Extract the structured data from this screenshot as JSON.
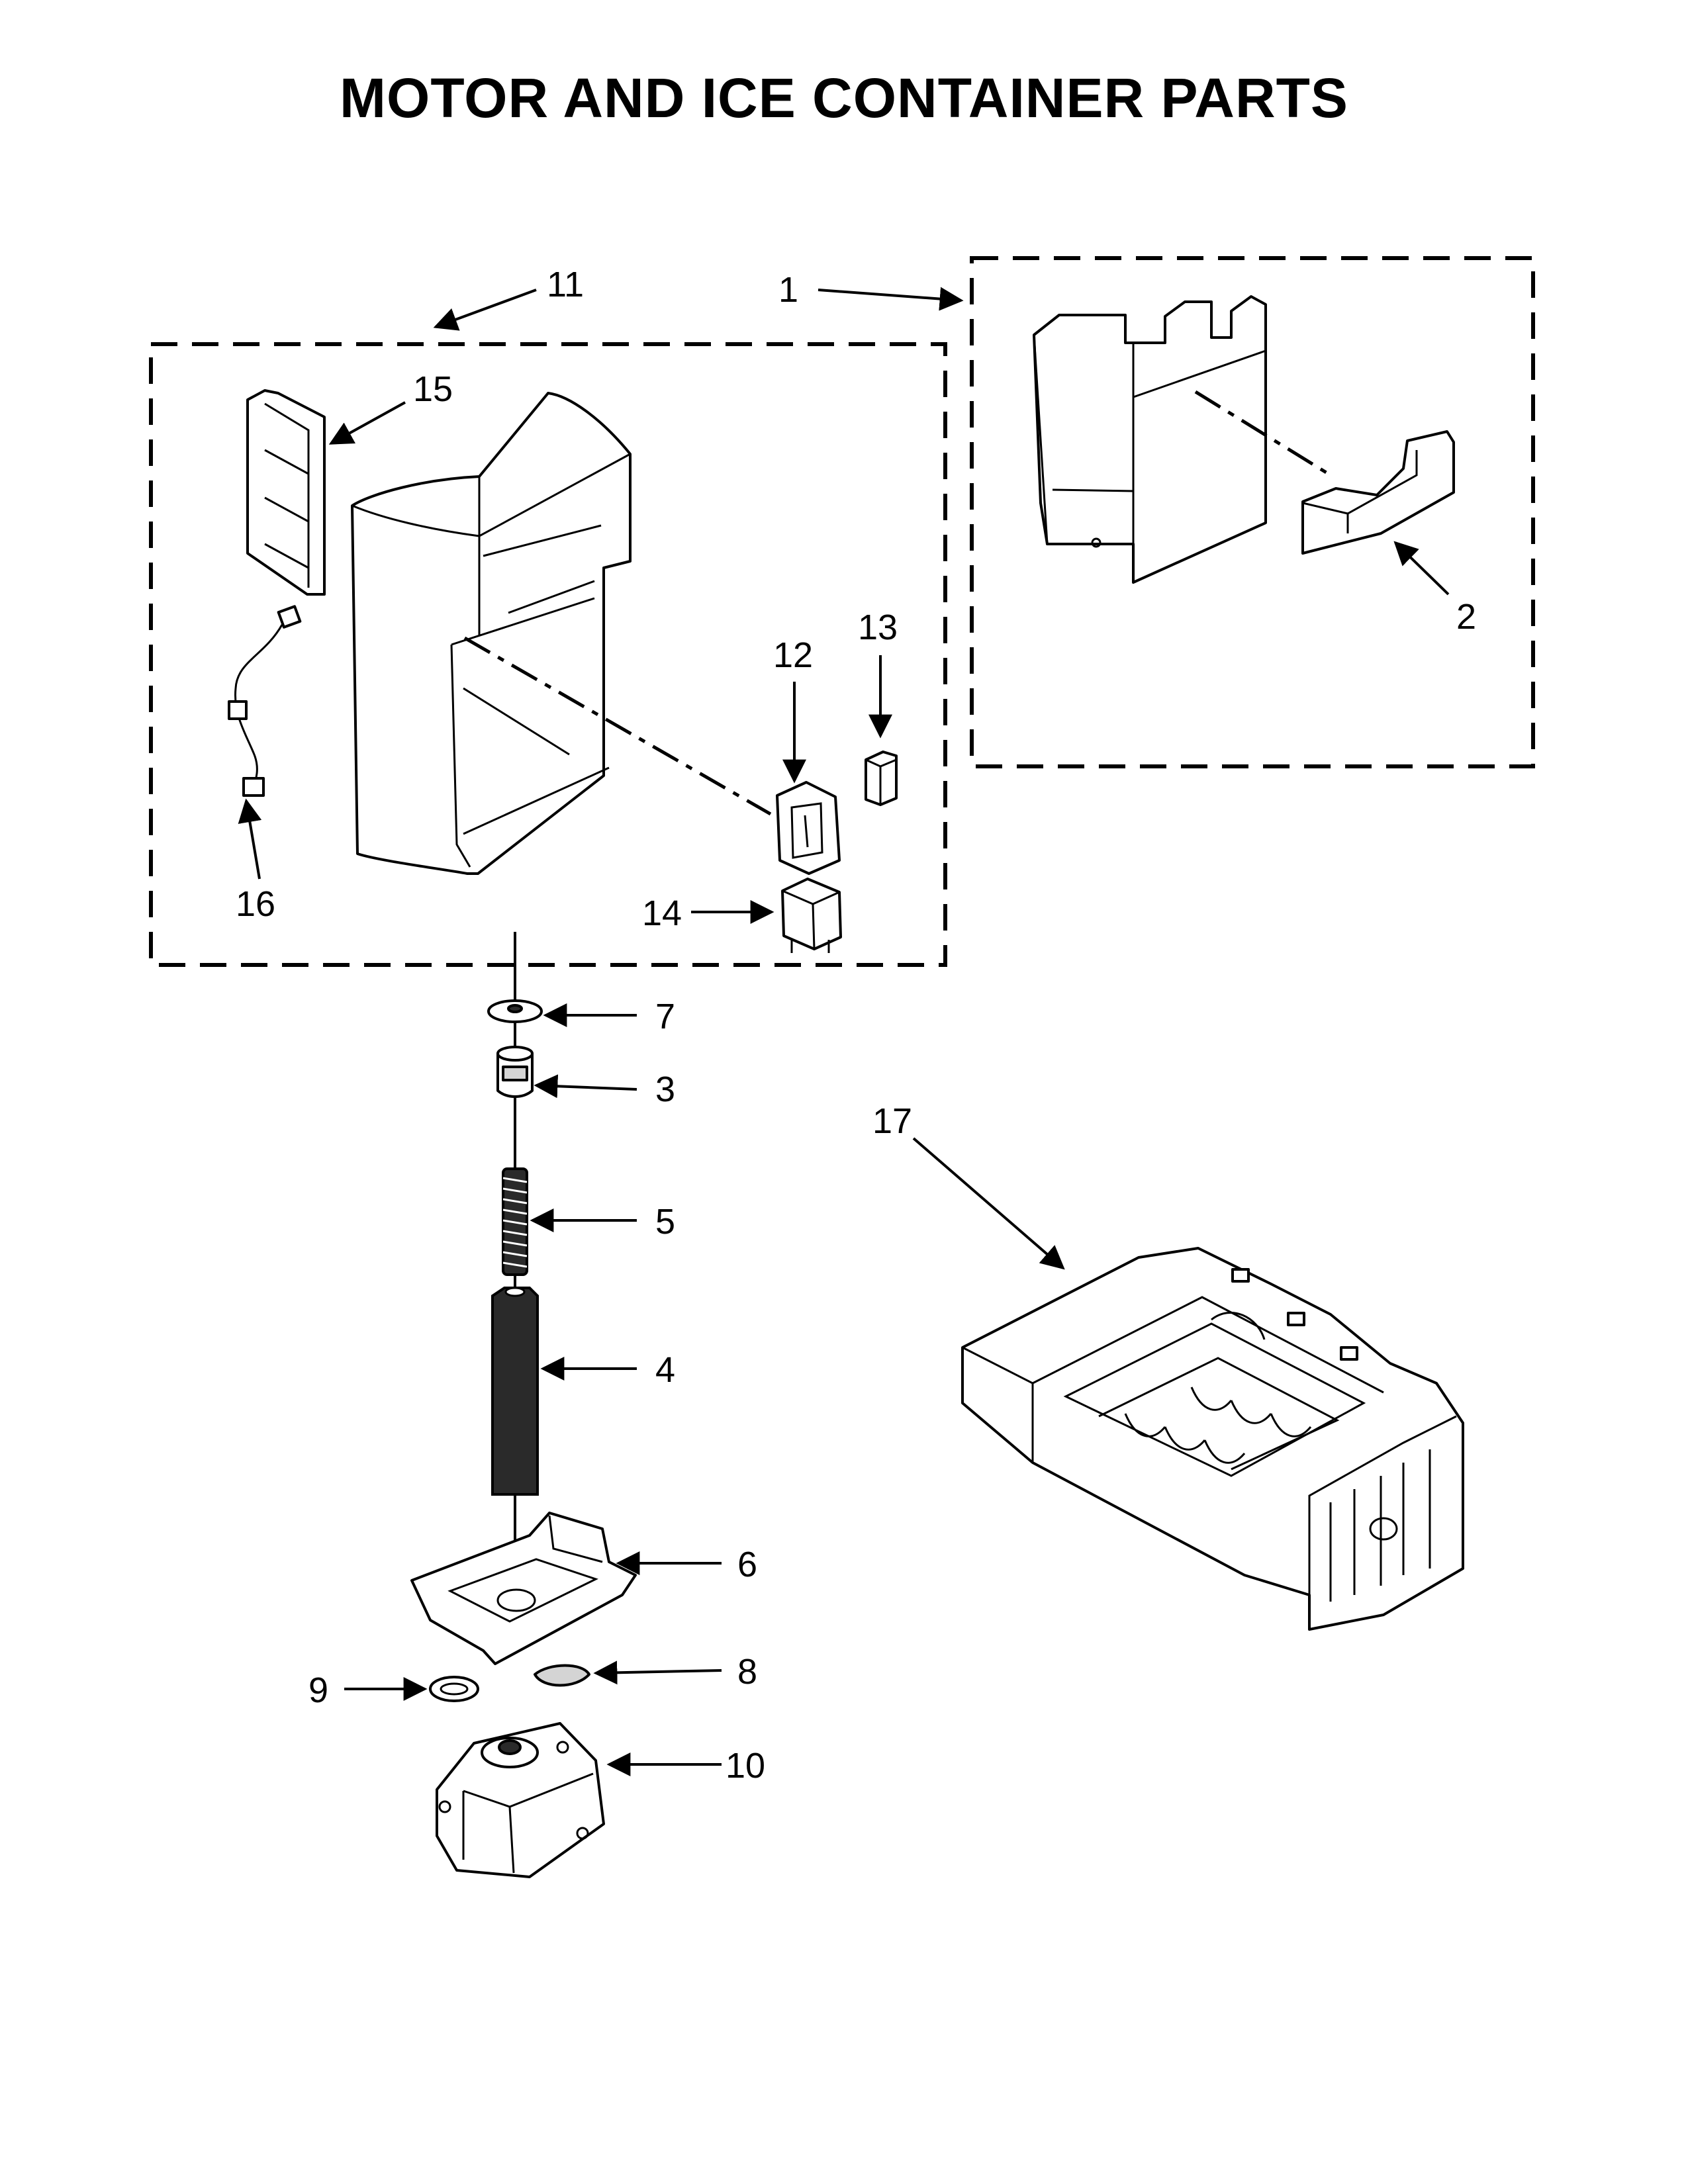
{
  "page": {
    "title": "MOTOR AND ICE CONTAINER PARTS"
  },
  "callouts": {
    "c1": "1",
    "c2": "2",
    "c3": "3",
    "c4": "4",
    "c5": "5",
    "c6": "6",
    "c7": "7",
    "c8": "8",
    "c9": "9",
    "c10": "10",
    "c11": "11",
    "c12": "12",
    "c13": "13",
    "c14": "14",
    "c15": "15",
    "c16": "16",
    "c17": "17"
  },
  "colors": {
    "line": "#000000",
    "part_fill": "#ffffff",
    "part_shade": "#d4d4d4",
    "dark_part": "#2a2a2a"
  }
}
